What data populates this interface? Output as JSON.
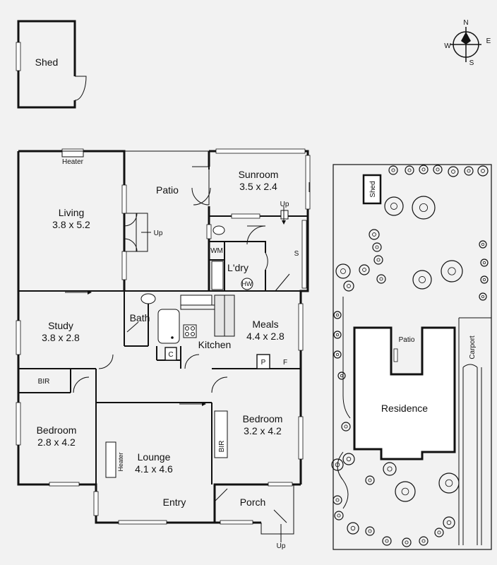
{
  "rooms": {
    "shed": "Shed",
    "living": {
      "name": "Living",
      "dims": "3.8 x 5.2"
    },
    "patio": "Patio",
    "sunroom": {
      "name": "Sunroom",
      "dims": "3.5 x 2.4"
    },
    "laundry": "L'dry",
    "study": {
      "name": "Study",
      "dims": "3.8 x 2.8"
    },
    "bath": "Bath",
    "meals": {
      "name": "Meals",
      "dims": "4.4 x 2.8"
    },
    "kitchen": "Kitchen",
    "bedroom2": {
      "name": "Bedroom",
      "dims": "2.8 x 4.2"
    },
    "bedroom1": {
      "name": "Bedroom",
      "dims": "3.2 x 4.2"
    },
    "lounge": {
      "name": "Lounge",
      "dims": "4.1 x 4.6"
    },
    "entry": "Entry",
    "porch": "Porch"
  },
  "fixtures": {
    "heater": "Heater",
    "up": "Up",
    "wm": "WM",
    "hw": "HW",
    "s": "S",
    "c": "C",
    "p": "P",
    "f": "F",
    "bir": "BIR"
  },
  "compass": {
    "n": "N",
    "e": "E",
    "s": "S",
    "w": "W"
  },
  "site": {
    "shed": "Shed",
    "patio": "Patio",
    "residence": "Residence",
    "carport": "Carport"
  }
}
